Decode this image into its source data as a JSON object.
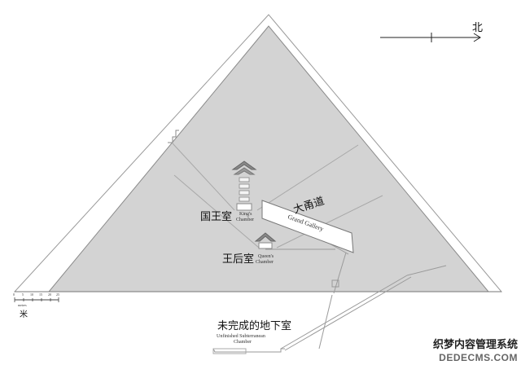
{
  "compass": {
    "north_label": "北"
  },
  "scale": {
    "unit_label": "米",
    "caption": "metres",
    "ticks": [
      "0",
      "5",
      "10",
      "15",
      "20",
      "25"
    ]
  },
  "labels": {
    "kings_chamber_zh": "国王室",
    "kings_chamber_en_1": "King's",
    "kings_chamber_en_2": "Chamber",
    "grand_gallery_zh": "大甬道",
    "grand_gallery_en": "Grand Gallery",
    "queens_chamber_zh": "王后室",
    "queens_chamber_en_1": "Queen's",
    "queens_chamber_en_2": "Chamber",
    "unfinished_zh": "未完成的地下室",
    "unfinished_en_1": "Unfinished Subterranean",
    "unfinished_en_2": "Chamber"
  },
  "watermark": {
    "line1": "织梦内容管理系统",
    "line2": "DEDECMS.COM"
  },
  "colors": {
    "stone": "#d3d3d3",
    "outline": "#888888",
    "line": "#9a9a9a",
    "text": "#111111"
  }
}
